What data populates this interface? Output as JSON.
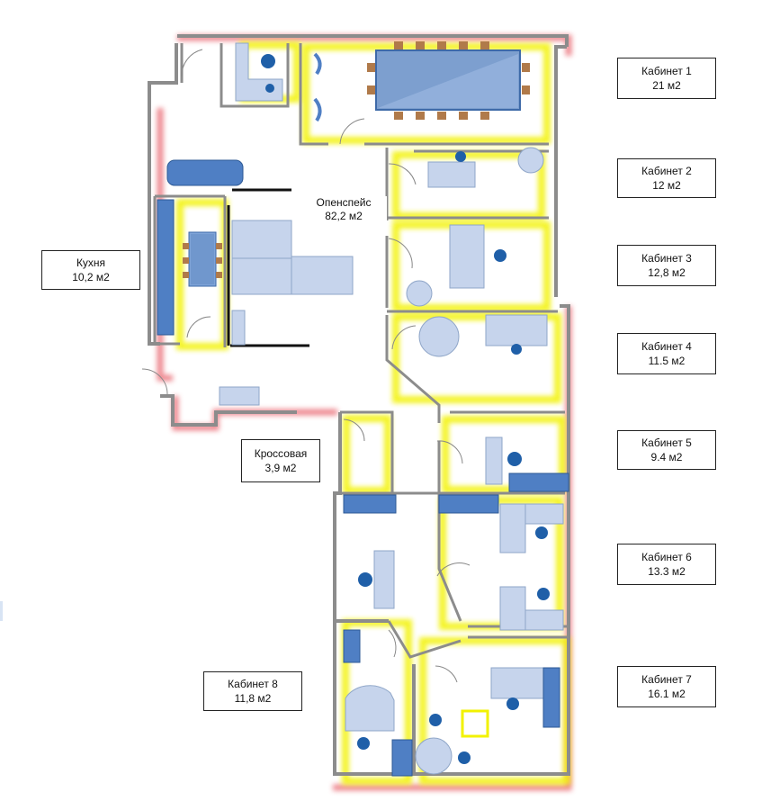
{
  "rooms": {
    "office1": {
      "name": "Кабинет 1",
      "area": "21 м2"
    },
    "office2": {
      "name": "Кабинет 2",
      "area": "12 м2"
    },
    "office3": {
      "name": "Кабинет 3",
      "area": "12,8 м2"
    },
    "office4": {
      "name": "Кабинет 4",
      "area": "11.5 м2"
    },
    "office5": {
      "name": "Кабинет 5",
      "area": "9.4 м2"
    },
    "office6": {
      "name": "Кабинет 6",
      "area": "13.3 м2"
    },
    "office7": {
      "name": "Кабинет 7",
      "area": "16.1 м2"
    },
    "office8": {
      "name": "Кабинет 8",
      "area": "11,8 м2"
    },
    "kitchen": {
      "name": "Кухня",
      "area": "10,2 м2"
    },
    "openspace": {
      "name": "Опенспейс",
      "area": "82,2 м2"
    },
    "crossover": {
      "name": "Кроссовая",
      "area": "3,9 м2"
    }
  },
  "colors": {
    "wall": "#8c8c8c",
    "glow_yellow": "#f2f200",
    "glow_red": "#e8606a",
    "furniture": "#aec3e3",
    "furniture_dark": "#4f7fc4",
    "chair": "#1f5fa8"
  }
}
